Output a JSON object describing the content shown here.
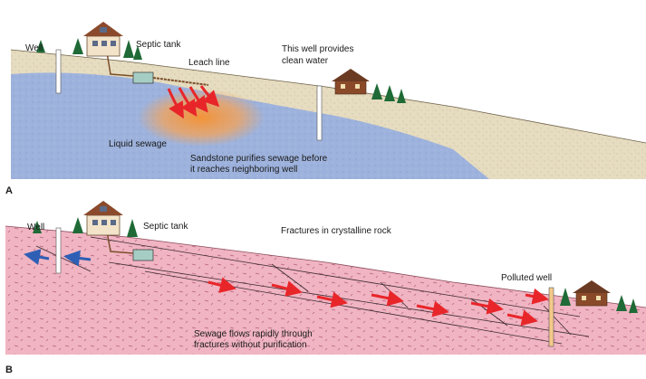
{
  "panel_a": {
    "letter": "A",
    "labels": {
      "well": "Well",
      "septic_tank": "Septic tank",
      "leach_line": "Leach line",
      "clean_well_line1": "This well provides",
      "clean_well_line2": "clean water",
      "liquid_sewage": "Liquid sewage",
      "purifies_line1": "Sandstone purifies sewage before",
      "purifies_line2": "it reaches neighboring well"
    }
  },
  "panel_b": {
    "letter": "B",
    "labels": {
      "well": "Well",
      "septic_tank": "Septic tank",
      "fractures": "Fractures in crystalline rock",
      "polluted_well": "Polluted well",
      "flows_line1": "Sewage flows rapidly through",
      "flows_line2": "fractures without purification"
    }
  },
  "colors": {
    "sandstone": "#e6dcc0",
    "water_table": "#9db2dc",
    "sewage_plume": "#f3a35a",
    "crystalline_rock": "#f0b4c2",
    "flow_arrow": "#e8262a",
    "clean_flow_arrow": "#2e5fb5"
  }
}
